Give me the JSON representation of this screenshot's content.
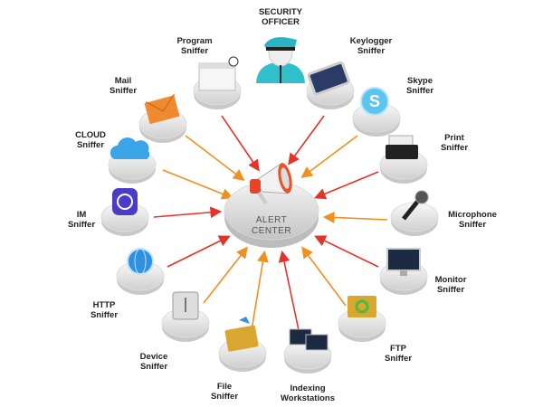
{
  "center": {
    "line1": "ALERT",
    "line2": "CENTER",
    "icon": "megaphone-icon"
  },
  "officer": {
    "line1": "SECURITY",
    "line2": "OFFICER",
    "icon": "security-officer-icon"
  },
  "colors": {
    "red": "#e2342a",
    "orange": "#f0901e",
    "pedestal": "#e6e6e6"
  },
  "nodes": [
    {
      "id": "program",
      "line1": "Program",
      "line2": "Sniffer",
      "icon": "program-window-icon",
      "arrow": "#e2342a"
    },
    {
      "id": "keylogger",
      "line1": "Keylogger",
      "line2": "Sniffer",
      "icon": "keyboard-icon",
      "arrow": "#e2342a"
    },
    {
      "id": "mail",
      "line1": "Mail",
      "line2": "Sniffer",
      "icon": "envelope-icon",
      "arrow": "#f0901e"
    },
    {
      "id": "skype",
      "line1": "Skype",
      "line2": "Sniffer",
      "icon": "skype-icon",
      "arrow": "#f0901e"
    },
    {
      "id": "cloud",
      "line1": "CLOUD",
      "line2": "Sniffer",
      "icon": "cloud-icon",
      "arrow": "#f0901e"
    },
    {
      "id": "print",
      "line1": "Print",
      "line2": "Sniffer",
      "icon": "printer-icon",
      "arrow": "#e2342a"
    },
    {
      "id": "im",
      "line1": "IM",
      "line2": "Sniffer",
      "icon": "chat-phone-icon",
      "arrow": "#e2342a"
    },
    {
      "id": "microphone",
      "line1": "Microphone",
      "line2": "Sniffer",
      "icon": "microphone-icon",
      "arrow": "#f0901e"
    },
    {
      "id": "http",
      "line1": "HTTP",
      "line2": "Sniffer",
      "icon": "globe-icon",
      "arrow": "#e2342a"
    },
    {
      "id": "monitor",
      "line1": "Monitor",
      "line2": "Sniffer",
      "icon": "monitor-icon",
      "arrow": "#e2342a"
    },
    {
      "id": "device",
      "line1": "Device",
      "line2": "Sniffer",
      "icon": "usb-drive-icon",
      "arrow": "#f0901e"
    },
    {
      "id": "ftp",
      "line1": "FTP",
      "line2": "Sniffer",
      "icon": "ftp-folder-icon",
      "arrow": "#f0901e"
    },
    {
      "id": "file",
      "line1": "File",
      "line2": "Sniffer",
      "icon": "file-folder-icon",
      "arrow": "#f0901e"
    },
    {
      "id": "indexing",
      "line1": "Indexing",
      "line2": "Workstations",
      "icon": "workstations-icon",
      "arrow": "#e2342a"
    }
  ]
}
